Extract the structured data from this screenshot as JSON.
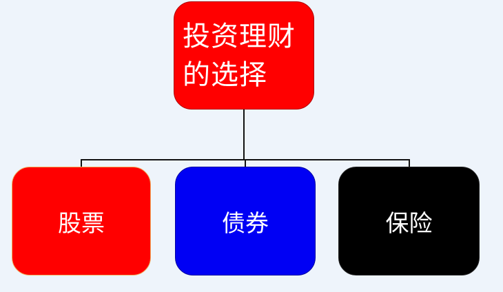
{
  "diagram": {
    "type": "tree",
    "background": "#eef4fb",
    "root": {
      "label_line1": "投资理财",
      "label_line2": "的选择",
      "full_label": "投资理财的选择",
      "color": "#ff0000"
    },
    "children": [
      {
        "label": "股票",
        "color": "#ff0000"
      },
      {
        "label": "债券",
        "color": "#0000f4"
      },
      {
        "label": "保险",
        "color": "#000000"
      }
    ],
    "edges": [
      {
        "from": "投资理财的选择",
        "to": "股票"
      },
      {
        "from": "投资理财的选择",
        "to": "债券"
      },
      {
        "from": "投资理财的选择",
        "to": "保险"
      }
    ]
  }
}
